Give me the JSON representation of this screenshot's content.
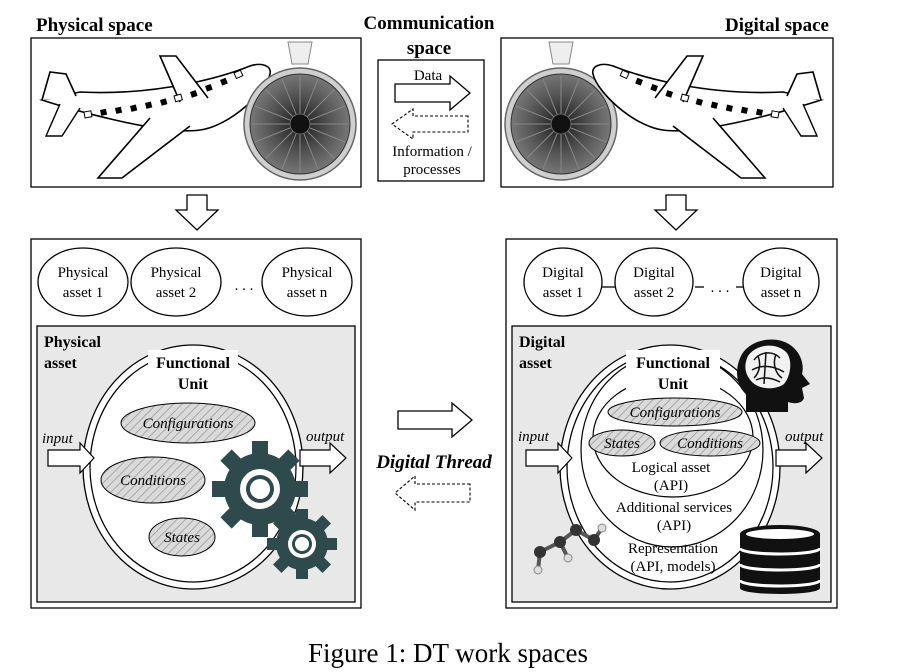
{
  "headings": {
    "physical_space": "Physical space",
    "communication_space_line1": "Communication",
    "communication_space_line2": "space",
    "digital_space": "Digital space"
  },
  "communication": {
    "data_label": "Data",
    "info_line1": "Information /",
    "info_line2": "processes"
  },
  "physical_assets": [
    {
      "line1": "Physical",
      "line2": "asset 1"
    },
    {
      "line1": "Physical",
      "line2": "asset 2"
    },
    {
      "line1": "Physical",
      "line2": "asset n"
    }
  ],
  "digital_assets": [
    {
      "line1": "Digital",
      "line2": "asset 1"
    },
    {
      "line1": "Digital",
      "line2": "asset 2"
    },
    {
      "line1": "Digital",
      "line2": "asset n"
    }
  ],
  "ellipsis": ". . .",
  "physical_asset_panel": {
    "title_line1": "Physical",
    "title_line2": "asset",
    "fu_line1": "Functional",
    "fu_line2": "Unit",
    "input": "input",
    "output": "output",
    "configurations": "Configurations",
    "conditions": "Conditions",
    "states": "States"
  },
  "digital_asset_panel": {
    "title_line1": "Digital",
    "title_line2": "asset",
    "fu_line1": "Functional",
    "fu_line2": "Unit",
    "input": "input",
    "output": "output",
    "configurations": "Configurations",
    "states": "States",
    "conditions": "Conditions",
    "logical_line1": "Logical asset",
    "logical_line2": "(API)",
    "additional_line1": "Additional services",
    "additional_line2": "(API)",
    "representation_line1": "Representation",
    "representation_line2": "(API, models)"
  },
  "digital_thread": "Digital Thread",
  "caption": "Figure 1: DT work spaces",
  "colors": {
    "panel_fill": "#e8e8e8",
    "gear": "#2f4a4c",
    "hatch": "#bdbdbd"
  }
}
